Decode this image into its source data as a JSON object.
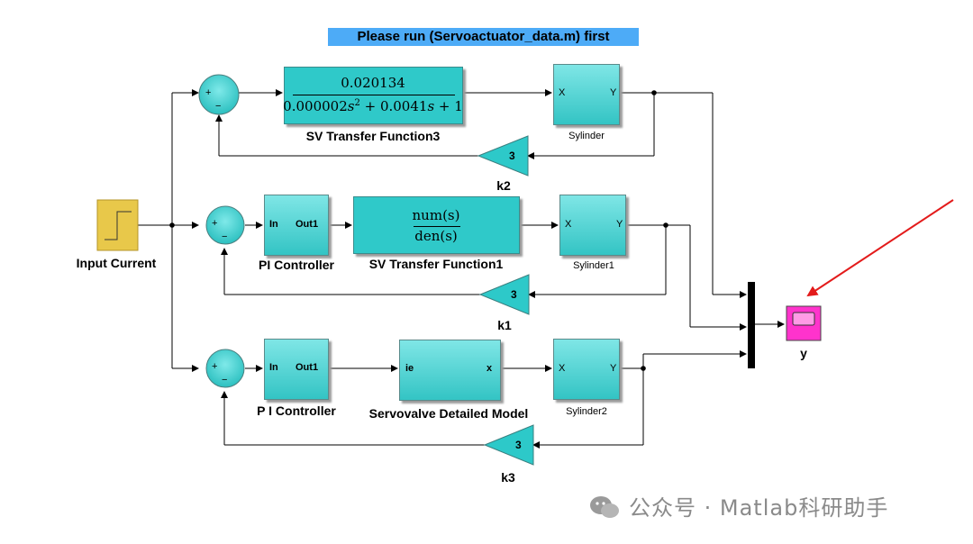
{
  "annotation": "Please run (Servoactuator_data.m) first",
  "input": {
    "label": "Input Current"
  },
  "row1": {
    "tf_name": "SV Transfer Function3",
    "tf_num": "0.020134",
    "tf_den_a": "0.000002",
    "tf_den_b": "+ 0.0041",
    "tf_den_c": "+ 1",
    "cyl_name": "Sylinder",
    "gain_value": "3",
    "gain_name": "k2"
  },
  "row2": {
    "pi_name": "PI Controller",
    "pi_in": "In",
    "pi_out": "Out1",
    "tf_name": "SV Transfer Function1",
    "tf_num": "num(s)",
    "tf_den": "den(s)",
    "cyl_name": "Sylinder1",
    "gain_value": "3",
    "gain_name": "k1"
  },
  "row3": {
    "pi_name": "P I Controller",
    "pi_in": "In",
    "pi_out": "Out1",
    "sv_name": "Servovalve Detailed Model",
    "sv_in": "ie",
    "sv_out": "x",
    "cyl_name": "Sylinder2",
    "gain_value": "3",
    "gain_name": "k3"
  },
  "cyl_ports": {
    "in": "X",
    "out": "Y"
  },
  "scope": {
    "label": "y"
  },
  "sum": {
    "plus": "+",
    "minus": "−"
  },
  "watermark": "公众号 · Matlab科研助手",
  "colors": {
    "block": "#33c4c4",
    "step": "#e8c84a",
    "scope": "#ff33cc",
    "note": "#4dabf7",
    "arrow": "#e31b1b"
  }
}
